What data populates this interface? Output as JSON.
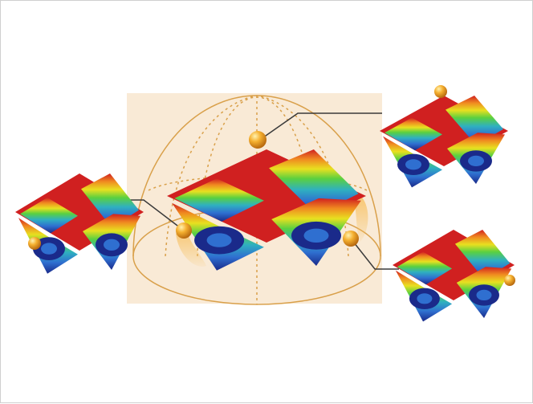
{
  "figure": {
    "panel_background": "#f9ead6",
    "sphere_line_color": "#d9a04a",
    "connector_color": "#3a3a3a",
    "node_color": "#f0a020",
    "surface_palette": [
      "#1a2a8a",
      "#2f6fd0",
      "#2fb0c0",
      "#5ad040",
      "#e8e020",
      "#f08a20",
      "#d02020"
    ],
    "landscapes": [
      "center-landscape",
      "left-landscape",
      "top-right-landscape",
      "bottom-right-landscape"
    ]
  }
}
